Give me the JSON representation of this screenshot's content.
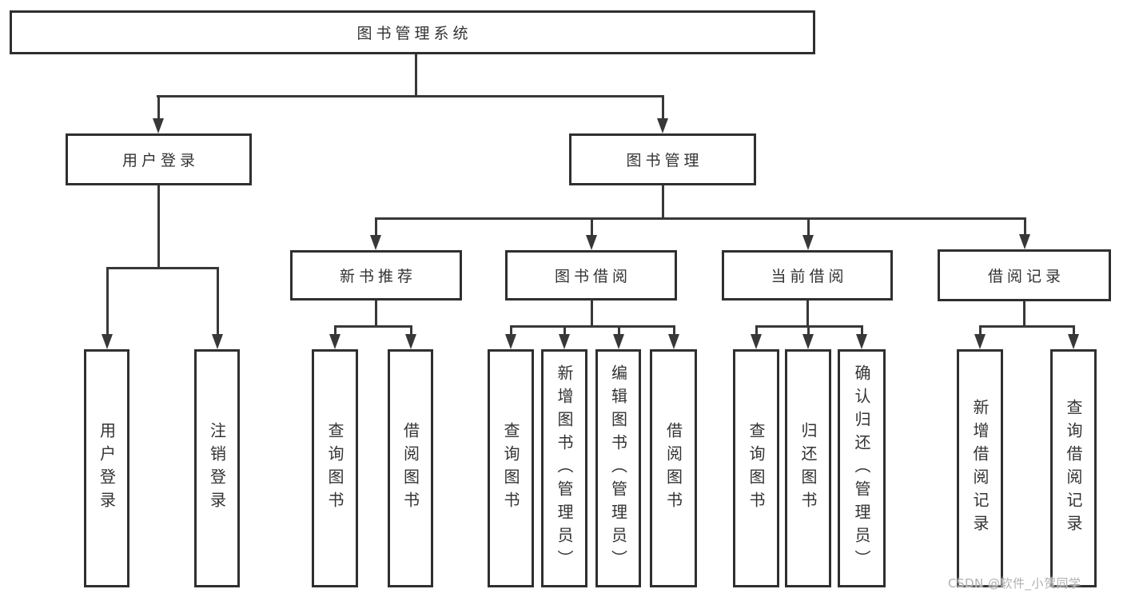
{
  "diagram": {
    "title": "图书管理系统",
    "nodes": [
      {
        "id": "root",
        "label": "图书管理系统",
        "parent": null
      },
      {
        "id": "user-login",
        "label": "用户登录",
        "parent": "root"
      },
      {
        "id": "book-mgmt",
        "label": "图书管理",
        "parent": "root"
      },
      {
        "id": "new-book-rec",
        "label": "新书推荐",
        "parent": "book-mgmt"
      },
      {
        "id": "book-borrow",
        "label": "图书借阅",
        "parent": "book-mgmt"
      },
      {
        "id": "current-borrow",
        "label": "当前借阅",
        "parent": "book-mgmt"
      },
      {
        "id": "borrow-records",
        "label": "借阅记录",
        "parent": "book-mgmt"
      },
      {
        "id": "leaf-user-login",
        "label": "用户登录",
        "parent": "user-login"
      },
      {
        "id": "leaf-logout",
        "label": "注销登录",
        "parent": "user-login"
      },
      {
        "id": "leaf-nb-query",
        "label": "查询图书",
        "parent": "new-book-rec"
      },
      {
        "id": "leaf-nb-borrow",
        "label": "借阅图书",
        "parent": "new-book-rec"
      },
      {
        "id": "leaf-bb-query",
        "label": "查询图书",
        "parent": "book-borrow"
      },
      {
        "id": "leaf-bb-add",
        "label": "新增图书（管理员）",
        "parent": "book-borrow"
      },
      {
        "id": "leaf-bb-edit",
        "label": "编辑图书（管理员）",
        "parent": "book-borrow"
      },
      {
        "id": "leaf-bb-borrow",
        "label": "借阅图书",
        "parent": "book-borrow"
      },
      {
        "id": "leaf-cb-query",
        "label": "查询图书",
        "parent": "current-borrow"
      },
      {
        "id": "leaf-cb-return",
        "label": "归还图书",
        "parent": "current-borrow"
      },
      {
        "id": "leaf-cb-confirm",
        "label": "确认归还（管理员）",
        "parent": "current-borrow"
      },
      {
        "id": "leaf-br-add",
        "label": "新增借阅记录",
        "parent": "borrow-records"
      },
      {
        "id": "leaf-br-query",
        "label": "查询借阅记录",
        "parent": "borrow-records"
      }
    ]
  },
  "watermark": {
    "text": "CSDN @软件_小贺同学"
  },
  "colors": {
    "line": "#383838",
    "box_border": "#2f2f2f",
    "text": "#333333",
    "background": "#ffffff",
    "watermark": "#b0b0b0"
  }
}
